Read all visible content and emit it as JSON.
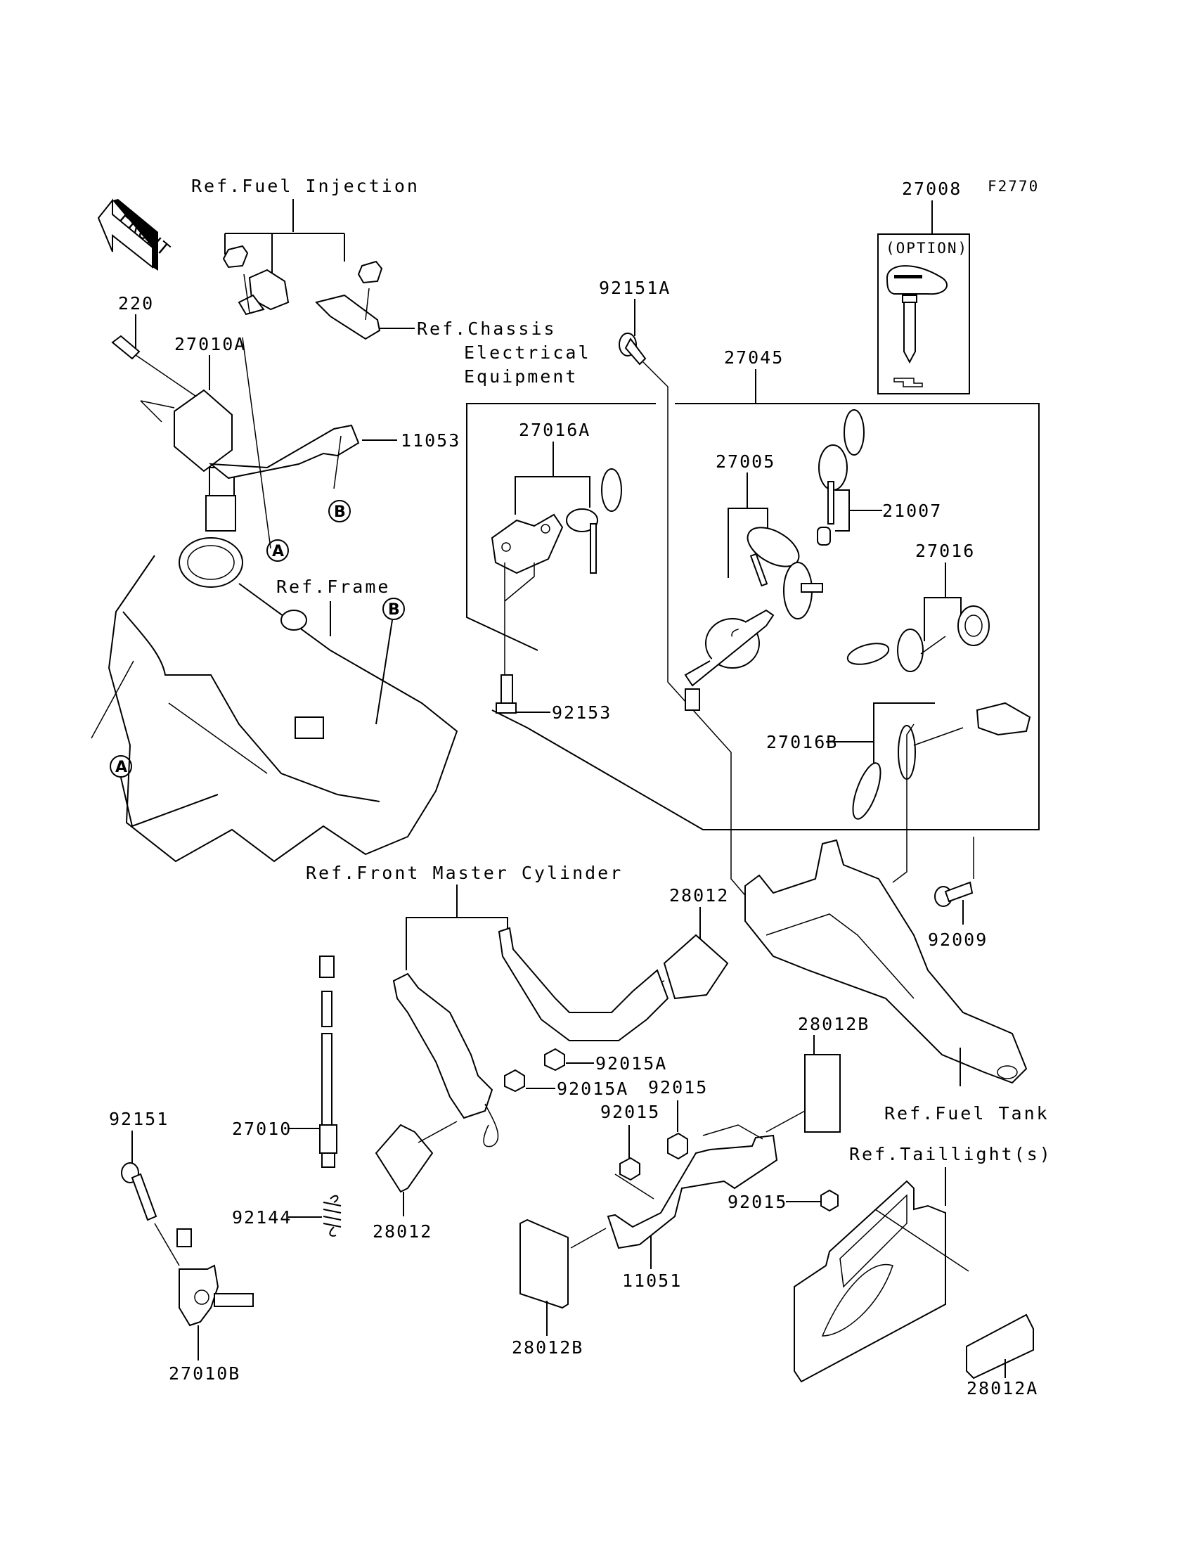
{
  "diagram": {
    "figure_code": "F2770",
    "front_arrow_label": "FRONT",
    "references": {
      "fuel_injection": "Ref.Fuel Injection",
      "chassis_electrical_1": "Ref.Chassis",
      "chassis_electrical_2": "Electrical",
      "chassis_electrical_3": "Equipment",
      "frame": "Ref.Frame",
      "front_master_cylinder": "Ref.Front Master Cylinder",
      "fuel_tank": "Ref.Fuel Tank",
      "taillights": "Ref.Taillight(s)"
    },
    "option_box_label": "(OPTION)",
    "callouts": {
      "A": "A",
      "B": "B"
    },
    "parts": {
      "p220": "220",
      "p27010A": "27010A",
      "p11053": "11053",
      "p92151A": "92151A",
      "p27045": "27045",
      "p27008": "27008",
      "p27016A": "27016A",
      "p27005": "27005",
      "p21007": "21007",
      "p27016": "27016",
      "p92153": "92153",
      "p27016B": "27016B",
      "p92009": "92009",
      "p28012_top": "28012",
      "p92015A_1": "92015A",
      "p92015A_2": "92015A",
      "p92015_1": "92015",
      "p92015_2": "92015",
      "p92015_3": "92015",
      "p28012B_right": "28012B",
      "p27010": "27010",
      "p92144": "92144",
      "p92151": "92151",
      "p28012_bottom": "28012",
      "p11051": "11051",
      "p28012B_bottom": "28012B",
      "p27010B": "27010B",
      "p28012A": "28012A"
    }
  }
}
